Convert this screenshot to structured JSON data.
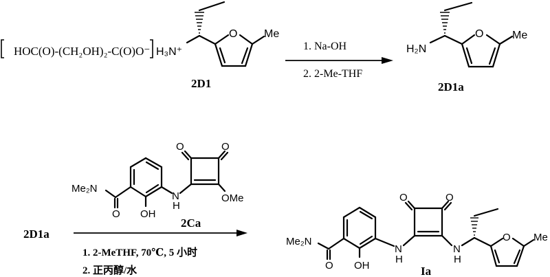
{
  "scheme": {
    "step1": {
      "salt_bracket_content": "HOC(O)-(CH₂OH)₂-C(O)O⁻",
      "salt_counterion": "H₃N⁺",
      "reactant_methyl": "Me",
      "reactant_ring_O": "O",
      "reactant_label": "2D1",
      "reagents": [
        "1. Na-OH",
        "2. 2-Me-THF"
      ],
      "product_amine": "H₂N",
      "product_ring_O": "O",
      "product_methyl": "Me",
      "product_label": "2D1a"
    },
    "step2": {
      "start_label": "2D1a",
      "reagent_label": "2Ca",
      "reagent_struct": {
        "amide": "Me₂N",
        "carbonyl_O": "O",
        "hydroxyl": "OH",
        "nh_N": "N",
        "nh_H": "H",
        "sq_O1": "O",
        "sq_O2": "O",
        "methoxy": "OMe"
      },
      "conditions": [
        "1.  2-MeTHF, 70℃, 5 小时",
        "2.  正丙醇/水"
      ],
      "product": {
        "amide": "Me₂N",
        "carbonyl_O": "O",
        "hydroxyl": "OH",
        "nh1_N": "N",
        "nh1_H": "H",
        "nh2_N": "N",
        "nh2_H": "H",
        "sq_O1": "O",
        "sq_O2": "O",
        "ring_O": "O",
        "methyl": "Me",
        "label": "Ia"
      }
    }
  }
}
